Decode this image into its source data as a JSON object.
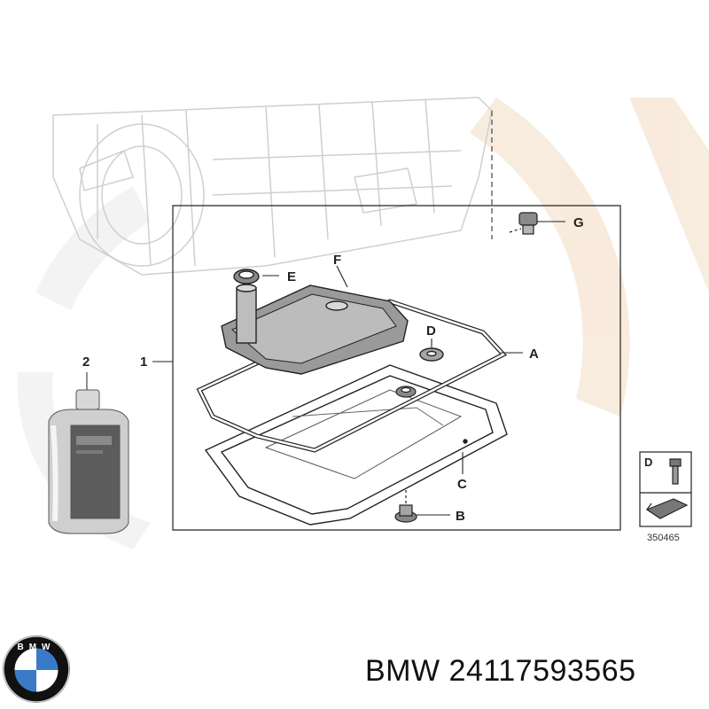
{
  "callouts": {
    "one": "1",
    "two": "2",
    "a": "A",
    "b": "B",
    "c": "C",
    "d": "D",
    "e": "E",
    "f": "F",
    "g": "G",
    "legend_d": "D"
  },
  "diagram_number": "350465",
  "logo": {
    "text": "BMW",
    "colors": {
      "blue": "#3a7bc8",
      "black": "#111111",
      "white": "#ffffff"
    }
  },
  "caption": {
    "brand": "BMW",
    "part_number": "24117593565"
  },
  "watermark_color": "#f3dcc4"
}
